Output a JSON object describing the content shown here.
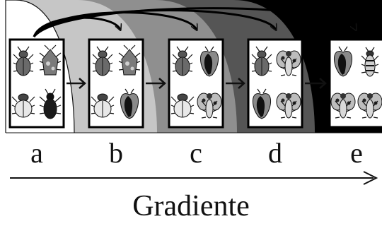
{
  "panels": [
    {
      "label": "a",
      "insects": [
        "beetle-dark",
        "bug-mottled",
        "beetle-round",
        "beetle-black"
      ]
    },
    {
      "label": "b",
      "insects": [
        "beetle-dark",
        "bug-mottled",
        "beetle-round",
        "moth-dark"
      ]
    },
    {
      "label": "c",
      "insects": [
        "beetle-dark",
        "moth-dark",
        "beetle-round",
        "fly-spotted"
      ]
    },
    {
      "label": "d",
      "insects": [
        "beetle-dark",
        "fly-spotted",
        "moth-dark",
        "fly-spotted"
      ]
    },
    {
      "label": "e",
      "insects": [
        "moth-dark",
        "fly-striped",
        "fly-spotted",
        "fly-spotted"
      ]
    }
  ],
  "axis_label": "Gradiente",
  "colors": {
    "background": "#ffffff",
    "ink": "#111111",
    "band_light": "#c6c6c6",
    "band_mid": "#8f8f8f",
    "band_dark": "#555555",
    "band_black": "#000000"
  }
}
